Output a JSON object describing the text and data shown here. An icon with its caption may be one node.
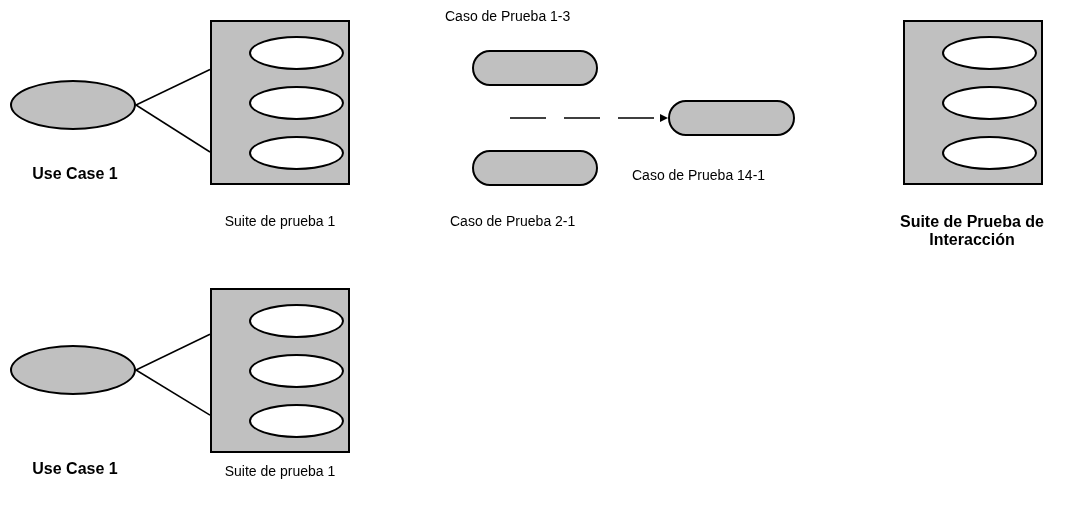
{
  "diagram": {
    "nodes": [
      {
        "text": [
          "Use Case 1"
        ]
      },
      {
        "text": [
          "Suite de prueba 1"
        ]
      },
      {
        "text": [],
        "shape": "ellipse",
        "in": 1
      },
      {
        "text": [],
        "shape": "ellipse",
        "in": 1
      },
      {
        "text": [],
        "shape": "ellipse",
        "in": 1
      },
      {
        "text": [
          "Caso de Prueba 1-3"
        ]
      },
      {
        "text": [
          "Caso de Prueba 2-1"
        ]
      },
      {
        "text": [
          "Caso de Prueba 14-1"
        ]
      },
      {
        "text": [
          "Suite de Prueba de Interacción"
        ]
      },
      {
        "text": [],
        "shape": "ellipse",
        "in": 8
      },
      {
        "text": [],
        "shape": "ellipse",
        "in": 8
      },
      {
        "text": [],
        "shape": "ellipse",
        "in": 8
      },
      {
        "text": [
          "Use Case 1"
        ]
      },
      {
        "text": [
          "Suite de prueba 1"
        ]
      },
      {
        "text": [],
        "shape": "ellipse",
        "in": 13
      },
      {
        "text": [],
        "shape": "ellipse",
        "in": 13
      },
      {
        "text": [],
        "shape": "ellipse",
        "in": 13
      }
    ],
    "edges": [
      {
        "from": 0,
        "to": 1,
        "arrow": "none"
      },
      {
        "from": 0,
        "to": 1,
        "arrow": "none"
      },
      {
        "from": null,
        "to": 7,
        "arrow": "to",
        "style": "dashed"
      },
      {
        "from": 12,
        "to": 13,
        "arrow": "none"
      },
      {
        "from": 12,
        "to": 13,
        "arrow": "none"
      }
    ]
  }
}
